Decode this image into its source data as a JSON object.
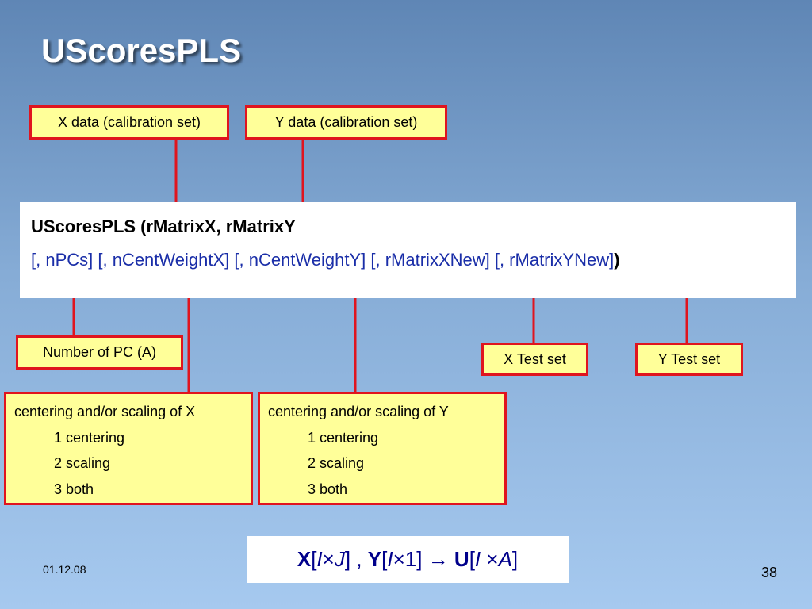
{
  "title": "UScoresPLS",
  "callouts": {
    "x_data": "X data (calibration set)",
    "y_data": "Y data (calibration set)",
    "npc": "Number of PC (A)",
    "x_test": "X Test set",
    "y_test": "Y Test set"
  },
  "signature": {
    "line1": "UScoresPLS (rMatrixX, rMatrixY",
    "line2": "[, nPCs] [, nCentWeightX] [, nCentWeightY] [, rMatrixXNew] [, rMatrixYNew]",
    "closing": ")"
  },
  "centering_x": {
    "heading": "centering and/or scaling of X",
    "options": [
      "1 centering",
      "2 scaling",
      "3 both"
    ]
  },
  "centering_y": {
    "heading": "centering and/or scaling of Y",
    "options": [
      "1 centering",
      "2 scaling",
      "3 both"
    ]
  },
  "formula": {
    "x": "X",
    "x_dims_open": "[",
    "i1": "I",
    "times1": "×",
    "j": "J",
    "x_dims_close": "]",
    "sep": " , ",
    "y": "Y",
    "y_dims_open": "[",
    "i2": "I",
    "times2": "×",
    "one": "1",
    "y_dims_close": "]",
    "arrow": " → ",
    "u": "U",
    "u_dims_open": "[",
    "i3": "I",
    "times3": " ×",
    "a": "A",
    "u_dims_close": "]"
  },
  "footer": {
    "date": "01.12.08",
    "page": "38"
  },
  "colors": {
    "callout_fill": "#ffff99",
    "callout_border": "#e0141e",
    "arrow": "#e0141e",
    "args_text": "#1a2ea8"
  }
}
